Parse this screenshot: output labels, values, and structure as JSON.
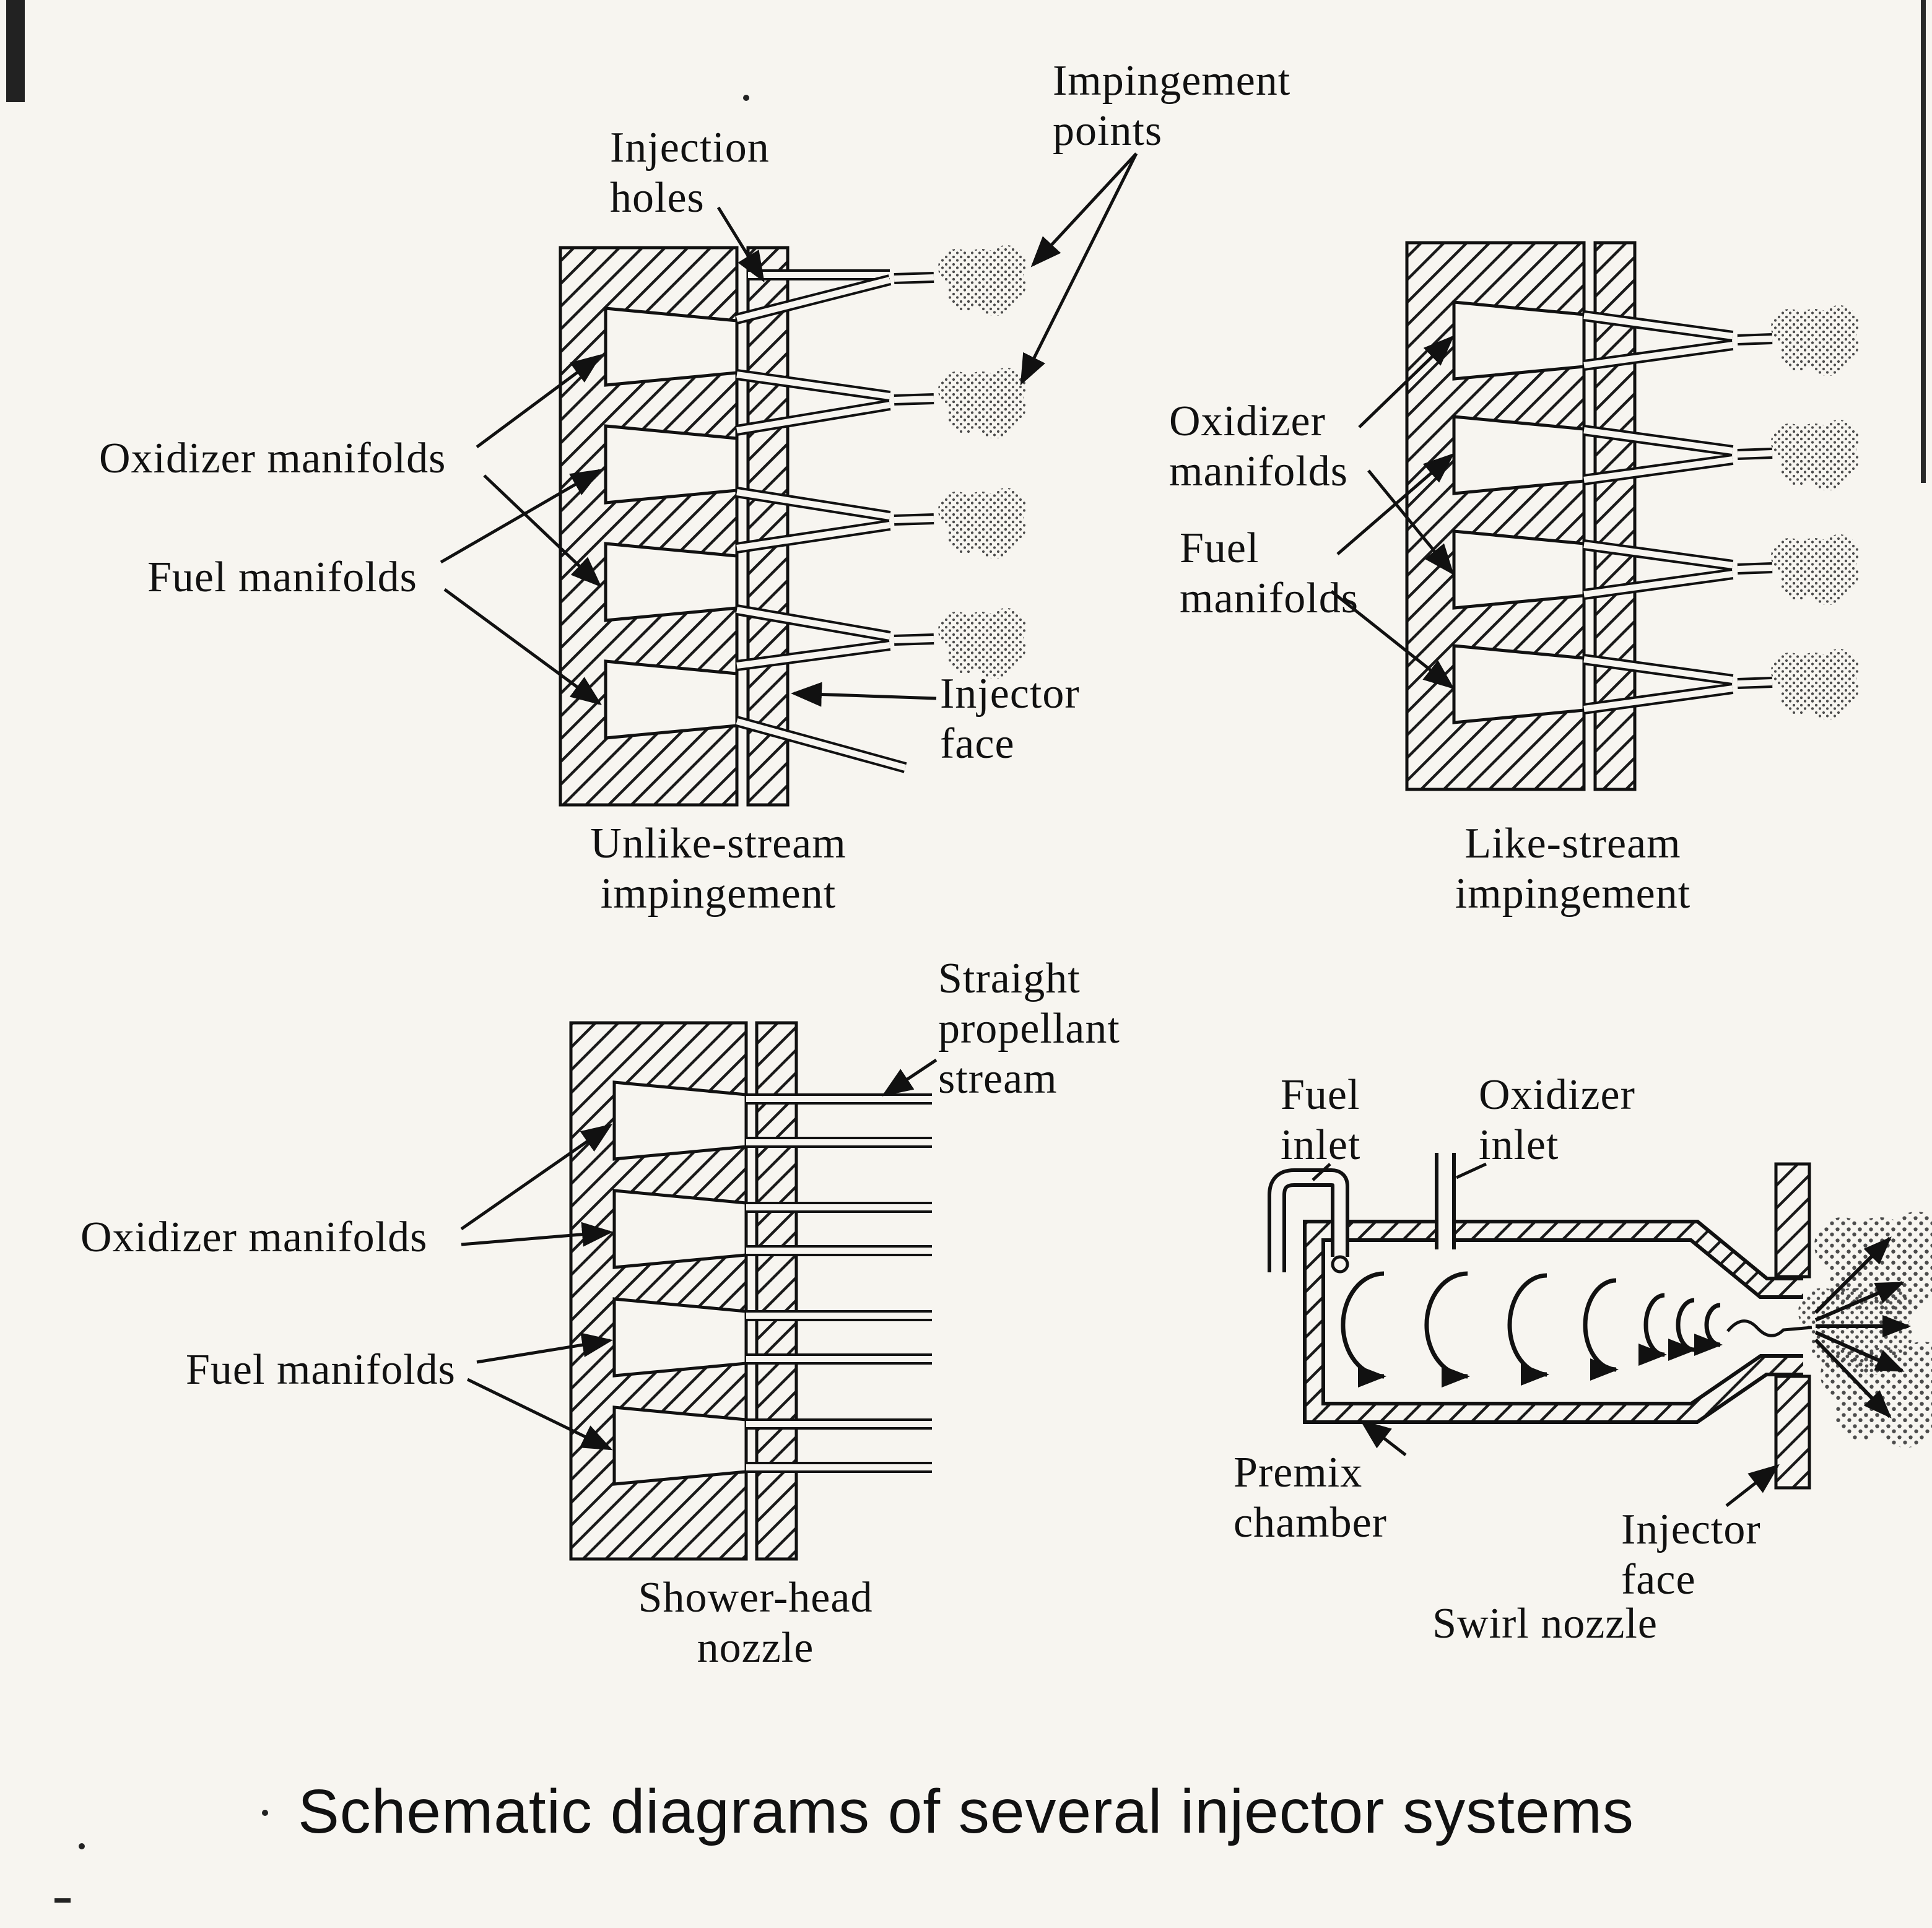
{
  "page": {
    "background": "#f7f5f0",
    "ink": "#111111",
    "footer_caption": "Schematic diagrams of several injector systems"
  },
  "diagrams": {
    "unlike_stream": {
      "caption": "Unlike-stream\nimpingement",
      "labels": {
        "injection_holes": "Injection\nholes",
        "impingement_points": "Impingement\npoints",
        "oxidizer_manifolds": "Oxidizer manifolds",
        "fuel_manifolds": "Fuel manifolds",
        "injector_face": "Injector\nface"
      }
    },
    "like_stream": {
      "caption": "Like-stream\nimpingement",
      "labels": {
        "oxidizer_manifolds": "Oxidizer\nmanifolds",
        "fuel_manifolds": "Fuel\nmanifolds"
      }
    },
    "shower_head": {
      "caption": "Shower-head\nnozzle",
      "labels": {
        "straight_propellant_stream": "Straight\npropellant\nstream",
        "oxidizer_manifolds": "Oxidizer manifolds",
        "fuel_manifolds": "Fuel manifolds"
      }
    },
    "swirl": {
      "caption": "Swirl nozzle",
      "labels": {
        "fuel_inlet": "Fuel\ninlet",
        "oxidizer_inlet": "Oxidizer\ninlet",
        "premix_chamber": "Premix\nchamber",
        "injector_face": "Injector\nface"
      }
    }
  }
}
